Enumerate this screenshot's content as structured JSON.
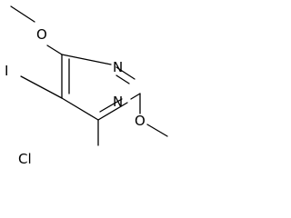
{
  "molecule": {
    "atoms": {
      "iodine": "I",
      "chlorine": "Cl",
      "nitrogen_top": "N",
      "nitrogen_bottom": "N",
      "oxygen_top": "O",
      "oxygen_right": "O"
    },
    "colors": {
      "ink": "#000000",
      "background": "#ffffff"
    }
  }
}
